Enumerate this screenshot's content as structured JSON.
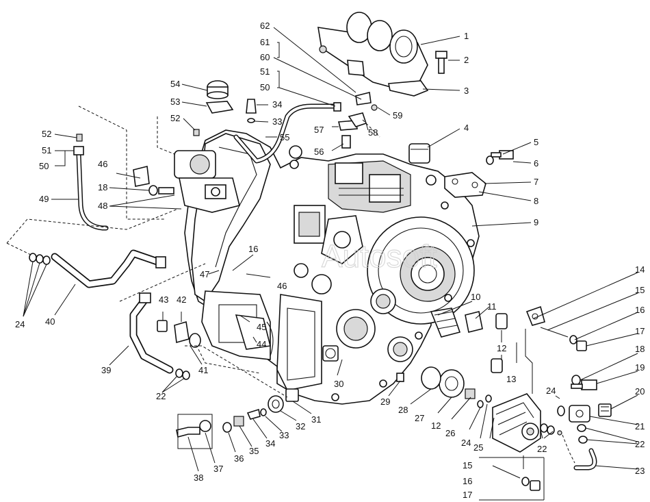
{
  "watermark": "Autosoft",
  "callouts": [
    "1",
    "2",
    "3",
    "4",
    "5",
    "6",
    "7",
    "8",
    "9",
    "10",
    "11",
    "12",
    "13",
    "14",
    "15",
    "16",
    "17",
    "18",
    "19",
    "20",
    "21",
    "22",
    "23",
    "24",
    "25",
    "26",
    "27",
    "28",
    "29",
    "30",
    "31",
    "32",
    "33",
    "34",
    "35",
    "36",
    "37",
    "38",
    "39",
    "40",
    "41",
    "42",
    "43",
    "44",
    "45",
    "46",
    "47",
    "48",
    "49",
    "50",
    "51",
    "52",
    "53",
    "54",
    "55",
    "56",
    "57",
    "58",
    "59",
    "60",
    "61",
    "62"
  ]
}
